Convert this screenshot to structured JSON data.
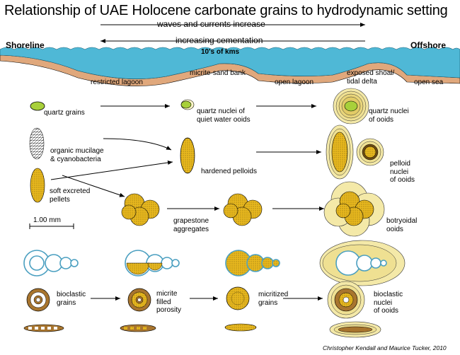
{
  "title": "Relationship of UAE Holocene carbonate grains to hydrodynamic setting",
  "trends": {
    "waves": "waves and currents increase",
    "cementation": "increasing cementation"
  },
  "profile": {
    "shoreline": "Shoreline",
    "offshore": "Offshore",
    "scale": "10's of  kms",
    "settings": [
      "restricted lagoon",
      "micrite-sand bank",
      "open lagoon",
      "exposed shoal/\ntidal delta",
      "open sea"
    ]
  },
  "grains": {
    "quartz": "quartz grains",
    "quartz_nuclei_quiet": "quartz nuclei of\nquiet water ooids",
    "quartz_nuclei_ooids": "quartz nuclei\nof ooids",
    "mucilage": "organic mucilage\n& cyanobacteria",
    "pellets": "soft excreted\npellets",
    "hardened": "hardened pelloids",
    "pelloid_nuclei": "pelloid\nnuclei\nof ooids",
    "grapestone": "grapestone\naggregates",
    "botryoidal": "botryoidal\nooids",
    "bioclastic": "bioclastic\ngrains",
    "micrite_filled": "micrite\nfilled\nporosity",
    "micritized": "micritized\ngrains",
    "bioclastic_nuclei": "bioclastic\nnuclei\nof ooids"
  },
  "scale_bar": "1.00 mm",
  "credit": "Christopher  Kendall and Maurice Tucker, 2010",
  "colors": {
    "sea": "#4fb8d6",
    "sediment": "#e0a87c",
    "grain": "#e8b81e",
    "quartz": "#a8d03a",
    "shell": "#a6d6e6",
    "bioclast": "#a8752e"
  }
}
